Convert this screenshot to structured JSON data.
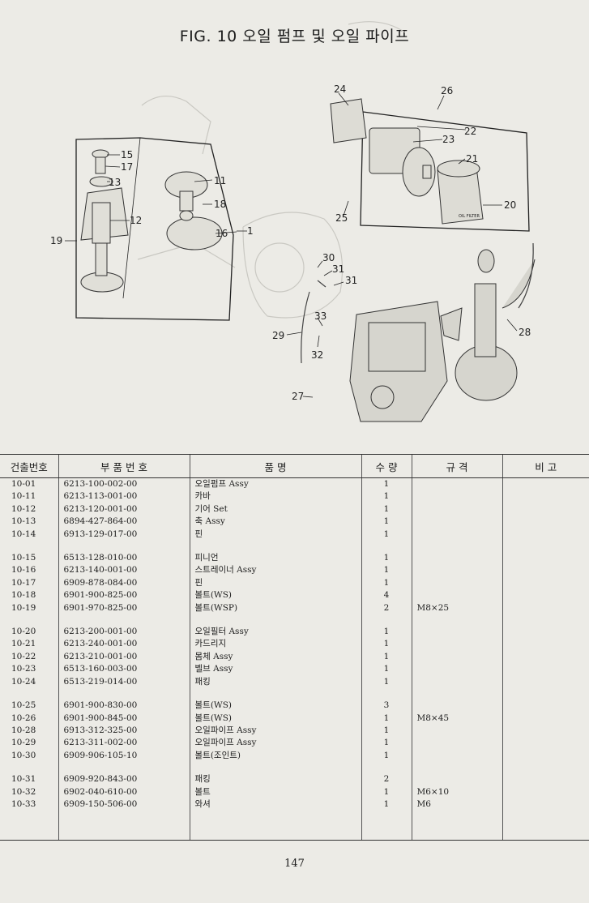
{
  "title": "FIG. 10 오일 펌프 및 오일 파이프",
  "diagram": {
    "callouts": [
      "15",
      "17",
      "13",
      "11",
      "18",
      "12",
      "16",
      "1",
      "19",
      "24",
      "26",
      "22",
      "23",
      "21",
      "20",
      "25",
      "30",
      "31",
      "31",
      "33",
      "29",
      "32",
      "28",
      "27"
    ],
    "filter_label": "OIL FILTER"
  },
  "table": {
    "headers": {
      "idx": "건출번호",
      "part": "부 품 번 호",
      "name": "품 명",
      "qty": "수 량",
      "spec": "규 격",
      "note": "비 고"
    },
    "groups": [
      [
        {
          "idx": "10-01",
          "part": "6213-100-002-00",
          "name": "오일펌프 Assy",
          "qty": "1",
          "spec": ""
        },
        {
          "idx": "10-11",
          "part": "6213-113-001-00",
          "name": "카바",
          "qty": "1",
          "spec": ""
        },
        {
          "idx": "10-12",
          "part": "6213-120-001-00",
          "name": "기어 Set",
          "qty": "1",
          "spec": ""
        },
        {
          "idx": "10-13",
          "part": "6894-427-864-00",
          "name": "축 Assy",
          "qty": "1",
          "spec": ""
        },
        {
          "idx": "10-14",
          "part": "6913-129-017-00",
          "name": "핀",
          "qty": "1",
          "spec": ""
        }
      ],
      [
        {
          "idx": "10-15",
          "part": "6513-128-010-00",
          "name": "피니언",
          "qty": "1",
          "spec": ""
        },
        {
          "idx": "10-16",
          "part": "6213-140-001-00",
          "name": "스트레이너 Assy",
          "qty": "1",
          "spec": ""
        },
        {
          "idx": "10-17",
          "part": "6909-878-084-00",
          "name": "핀",
          "qty": "1",
          "spec": ""
        },
        {
          "idx": "10-18",
          "part": "6901-900-825-00",
          "name": "볼트(WS)",
          "qty": "4",
          "spec": ""
        },
        {
          "idx": "10-19",
          "part": "6901-970-825-00",
          "name": "볼트(WSP)",
          "qty": "2",
          "spec": "M8×25"
        }
      ],
      [
        {
          "idx": "10-20",
          "part": "6213-200-001-00",
          "name": "오일필터 Assy",
          "qty": "1",
          "spec": ""
        },
        {
          "idx": "10-21",
          "part": "6213-240-001-00",
          "name": "카드리지",
          "qty": "1",
          "spec": ""
        },
        {
          "idx": "10-22",
          "part": "6213-210-001-00",
          "name": "몸체 Assy",
          "qty": "1",
          "spec": ""
        },
        {
          "idx": "10-23",
          "part": "6513-160-003-00",
          "name": "벨브 Assy",
          "qty": "1",
          "spec": ""
        },
        {
          "idx": "10-24",
          "part": "6513-219-014-00",
          "name": "패킹",
          "qty": "1",
          "spec": ""
        }
      ],
      [
        {
          "idx": "10-25",
          "part": "6901-900-830-00",
          "name": "볼트(WS)",
          "qty": "3",
          "spec": ""
        },
        {
          "idx": "10-26",
          "part": "6901-900-845-00",
          "name": "볼트(WS)",
          "qty": "1",
          "spec": "M8×45"
        },
        {
          "idx": "10-28",
          "part": "6913-312-325-00",
          "name": "오일파이프 Assy",
          "qty": "1",
          "spec": ""
        },
        {
          "idx": "10-29",
          "part": "6213-311-002-00",
          "name": "오일파이프 Assy",
          "qty": "1",
          "spec": ""
        },
        {
          "idx": "10-30",
          "part": "6909-906-105-10",
          "name": "볼트(조인트)",
          "qty": "1",
          "spec": ""
        }
      ],
      [
        {
          "idx": "10-31",
          "part": "6909-920-843-00",
          "name": "패킹",
          "qty": "2",
          "spec": ""
        },
        {
          "idx": "10-32",
          "part": "6902-040-610-00",
          "name": "볼트",
          "qty": "1",
          "spec": "M6×10"
        },
        {
          "idx": "10-33",
          "part": "6909-150-506-00",
          "name": "와셔",
          "qty": "1",
          "spec": "M6"
        }
      ]
    ]
  },
  "page_number": "147"
}
